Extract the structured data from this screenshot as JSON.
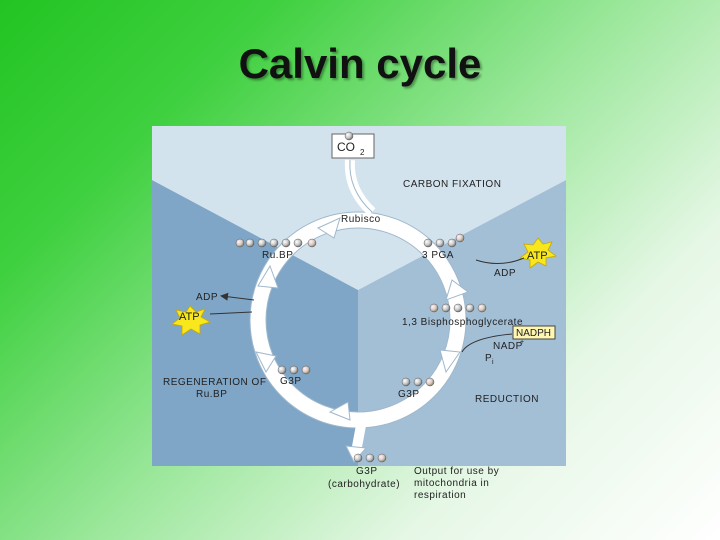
{
  "slide": {
    "title": "Calvin cycle"
  },
  "diagram": {
    "co2": "CO",
    "co2_sub": "2",
    "carbon_fixation": "CARBON FIXATION",
    "rubisco": "Rubisco",
    "rubp": "Ru.BP",
    "pga": "3 PGA",
    "atp_right": "ATP",
    "adp_right": "ADP",
    "adp_left": "ADP",
    "atp_left": "ATP",
    "bisphospho": "1,3 Bisphosphoglycerate",
    "nadph": "NADPH",
    "nadp": "NADP",
    "nadp_sup": "+",
    "pi": "P",
    "pi_sub": "i",
    "regeneration_line1": "REGENERATION OF",
    "regeneration_line2": "Ru.BP",
    "g3p_left": "G3P",
    "g3p_right": "G3P",
    "reduction": "REDUCTION",
    "g3p_out": "G3P",
    "carbohydrate": "(carbohydrate)",
    "output_line1": "Output for use by",
    "output_line2": "mitochondria in",
    "output_line3": "respiration",
    "phosphate": "P"
  },
  "colors": {
    "top_panel": "#d3e3ee",
    "left_panel": "#7fa6c7",
    "right_panel": "#a3bfd6",
    "atp_star": "#f8e71c",
    "nadph_box": "#fff6b0"
  }
}
